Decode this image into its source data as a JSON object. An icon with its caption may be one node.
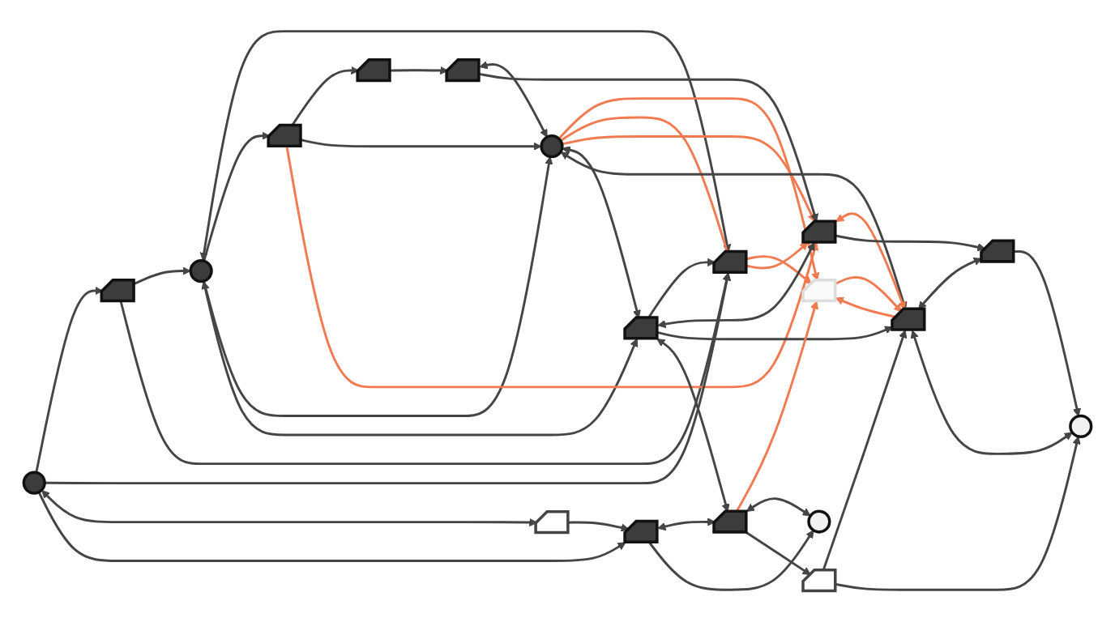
{
  "diagram": {
    "nodes": [
      {
        "text": [],
        "shape": "document"
      },
      {
        "text": [],
        "shape": "circle"
      },
      {
        "text": [],
        "shape": "document"
      },
      {
        "text": [],
        "shape": "document"
      },
      {
        "text": [],
        "shape": "circle"
      },
      {
        "text": [],
        "shape": "document"
      },
      {
        "text": [],
        "shape": "circle"
      },
      {
        "text": [],
        "shape": "document"
      },
      {
        "text": [],
        "shape": "document"
      },
      {
        "text": [],
        "shape": "document"
      },
      {
        "text": [],
        "shape": "document"
      },
      {
        "text": [],
        "shape": "document"
      },
      {
        "text": [],
        "shape": "document"
      },
      {
        "text": [],
        "shape": "document"
      },
      {
        "text": [],
        "shape": "document"
      },
      {
        "text": [],
        "shape": "document"
      },
      {
        "text": [],
        "shape": "circle"
      },
      {
        "text": [],
        "shape": "document"
      },
      {
        "text": [],
        "shape": "circle"
      }
    ],
    "edges": [
      {
        "from": 0,
        "to": 1,
        "arrow": "to"
      },
      {
        "from": 4,
        "to": 0,
        "arrow": "to"
      },
      {
        "from": 0,
        "to": 5,
        "arrow": "to"
      },
      {
        "from": 1,
        "to": 5,
        "arrow": "both"
      },
      {
        "from": 1,
        "to": 2,
        "arrow": "to"
      },
      {
        "from": 1,
        "to": 6,
        "arrow": "to"
      },
      {
        "from": 1,
        "to": 10,
        "arrow": "both"
      },
      {
        "from": 2,
        "to": 3,
        "arrow": "to"
      },
      {
        "from": 2,
        "to": 6,
        "arrow": "to"
      },
      {
        "from": 2,
        "to": 11,
        "arrow": "to",
        "color": "#f27a50"
      },
      {
        "from": 3,
        "to": 7,
        "arrow": "to"
      },
      {
        "from": 4,
        "to": 5,
        "arrow": "to"
      },
      {
        "from": 4,
        "to": 8,
        "arrow": "both"
      },
      {
        "from": 4,
        "to": 12,
        "arrow": "to"
      },
      {
        "from": 5,
        "to": 9,
        "arrow": "to",
        "color": "#f27a50"
      },
      {
        "from": 5,
        "to": 11,
        "arrow": "to",
        "color": "#f27a50"
      },
      {
        "from": 10,
        "to": 5,
        "arrow": "to"
      },
      {
        "from": 6,
        "to": 9,
        "arrow": "to",
        "color": "#f27a50"
      },
      {
        "from": 6,
        "to": 5,
        "arrow": "none",
        "color": "#f27a50"
      },
      {
        "from": 7,
        "to": 6,
        "arrow": "both"
      },
      {
        "from": 6,
        "to": 11,
        "arrow": "to",
        "color": "#f27a50"
      },
      {
        "from": 6,
        "to": 10,
        "arrow": "both"
      },
      {
        "from": 6,
        "to": 14,
        "arrow": "both"
      },
      {
        "from": 7,
        "to": 11,
        "arrow": "to"
      },
      {
        "from": 8,
        "to": 12,
        "arrow": "to"
      },
      {
        "from": 10,
        "to": 11,
        "arrow": "both"
      },
      {
        "from": 10,
        "to": 14,
        "arrow": "to"
      },
      {
        "from": 10,
        "to": 13,
        "arrow": "both"
      },
      {
        "from": 11,
        "to": 14,
        "arrow": "both",
        "color": "#f27a50"
      },
      {
        "from": 11,
        "to": 15,
        "arrow": "to"
      },
      {
        "from": 14,
        "to": 9,
        "arrow": "to",
        "color": "#f27a50"
      },
      {
        "from": 9,
        "to": 14,
        "arrow": "to",
        "color": "#f27a50"
      },
      {
        "from": 13,
        "to": 9,
        "arrow": "to",
        "color": "#f27a50"
      },
      {
        "from": 12,
        "to": 13,
        "arrow": "both"
      },
      {
        "from": 12,
        "to": 16,
        "arrow": "to"
      },
      {
        "from": 13,
        "to": 16,
        "arrow": "both"
      },
      {
        "from": 13,
        "to": 17,
        "arrow": "to"
      },
      {
        "from": 17,
        "to": 14,
        "arrow": "to"
      },
      {
        "from": 17,
        "to": 18,
        "arrow": "to"
      },
      {
        "from": 14,
        "to": 15,
        "arrow": "both"
      },
      {
        "from": 14,
        "to": 18,
        "arrow": "both"
      },
      {
        "from": 15,
        "to": 18,
        "arrow": "to"
      }
    ]
  }
}
